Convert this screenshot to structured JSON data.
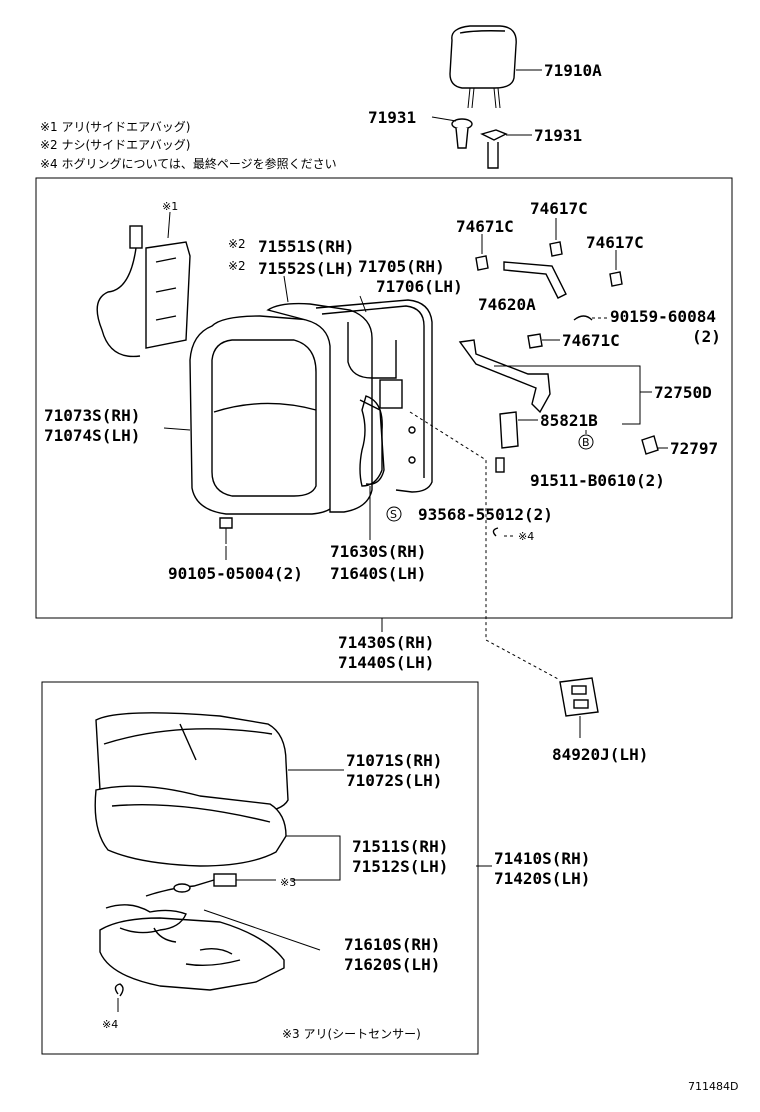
{
  "notes": [
    "※1  アリ(サイドエアバッグ)",
    "※2  ナシ(サイドエアバッグ)",
    "※4  ホグリングについては、最終ページを参照ください"
  ],
  "parts": {
    "headrest": "71910A",
    "guide_left": "71931",
    "guide_right": "71931",
    "cover_74617c_top": "74617C",
    "cover_74671c_top": "74671C",
    "cover_74617c_right": "74617C",
    "marker_2_a": "※2",
    "marker_2_b": "※2",
    "pad_back_rh": "71551S(RH)",
    "pad_back_lh": "71552S(LH)",
    "frame_rh": "71705(RH)",
    "frame_lh": "71706(LH)",
    "handle": "74620A",
    "bolt_90159": "90159-60084",
    "bolt_90159_qty": "(2)",
    "cover_74671c_mid": "74671C",
    "bracket": "72750D",
    "back_cover_rh": "71073S(RH)",
    "back_cover_lh": "71074S(LH)",
    "switch_85821b": "85821B",
    "knob": "72797",
    "nut_91511": "91511-B0610(2)",
    "clip_93568": "93568-55012(2)",
    "hog_ring_back": "※4",
    "spring_rh": "71630S(RH)",
    "spring_lh": "71640S(LH)",
    "screw_90105": "90105-05004(2)",
    "back_assy_rh": "71430S(RH)",
    "back_assy_lh": "71440S(LH)",
    "switch_84920j": "84920J(LH)",
    "cushion_cover_rh": "71071S(RH)",
    "cushion_cover_lh": "71072S(LH)",
    "cushion_pad_rh": "71511S(RH)",
    "cushion_pad_lh": "71512S(LH)",
    "cushion_assy_rh": "71410S(RH)",
    "cushion_assy_lh": "71420S(LH)",
    "sensor_marker": "※3",
    "cushion_frame_rh": "71610S(RH)",
    "cushion_frame_lh": "71620S(LH)",
    "hog_ring_cushion": "※4",
    "airbag_marker": "※1",
    "symbol_s": "S",
    "symbol_b": "B"
  },
  "footnote": "※3 アリ(シートセンサー)",
  "figure_id": "711484D"
}
